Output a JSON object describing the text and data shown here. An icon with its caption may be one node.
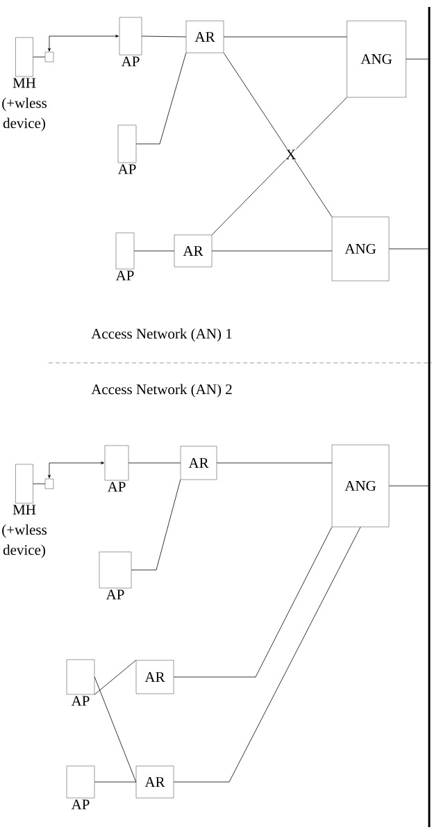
{
  "diagram": {
    "nodes": [
      {
        "text": [
          "MH (+wless device)"
        ]
      },
      {
        "text": [],
        "shape": "box"
      },
      {
        "text": [
          "AP"
        ]
      },
      {
        "text": [
          "AR"
        ]
      },
      {
        "text": [
          "ANG"
        ]
      },
      {
        "text": [
          "AP"
        ]
      },
      {
        "text": [
          "AP"
        ]
      },
      {
        "text": [
          "AR"
        ]
      },
      {
        "text": [
          "ANG"
        ]
      },
      {
        "text": [],
        "shape": "bar"
      },
      {
        "text": [
          "MH (+wless device)"
        ]
      },
      {
        "text": [],
        "shape": "box"
      },
      {
        "text": [
          "AP"
        ]
      },
      {
        "text": [
          "AR"
        ]
      },
      {
        "text": [
          "ANG"
        ]
      },
      {
        "text": [
          "AP"
        ]
      },
      {
        "text": [
          "AR"
        ]
      },
      {
        "text": [
          "AP"
        ]
      },
      {
        "text": [
          "AP"
        ]
      },
      {
        "text": [
          "AR"
        ]
      }
    ],
    "edges": [
      {
        "from": 0,
        "to": 1,
        "arrow": "none"
      },
      {
        "from": 1,
        "to": 2,
        "arrow": "both"
      },
      {
        "from": 2,
        "to": 3,
        "arrow": "none"
      },
      {
        "from": 3,
        "to": 4,
        "arrow": "none"
      },
      {
        "from": 5,
        "to": 3,
        "arrow": "none"
      },
      {
        "from": 3,
        "to": 8,
        "arrow": "none"
      },
      {
        "from": 4,
        "to": 7,
        "arrow": "none"
      },
      {
        "from": 6,
        "to": 7,
        "arrow": "none"
      },
      {
        "from": 7,
        "to": 8,
        "arrow": "none"
      },
      {
        "from": 4,
        "to": 9,
        "arrow": "none"
      },
      {
        "from": 8,
        "to": 9,
        "arrow": "none"
      },
      {
        "from": 10,
        "to": 11,
        "arrow": "none"
      },
      {
        "from": 11,
        "to": 12,
        "arrow": "both"
      },
      {
        "from": 12,
        "to": 13,
        "arrow": "none"
      },
      {
        "from": 13,
        "to": 14,
        "arrow": "none"
      },
      {
        "from": 15,
        "to": 13,
        "arrow": "none"
      },
      {
        "from": 16,
        "to": 14,
        "arrow": "none"
      },
      {
        "from": 19,
        "to": 14,
        "arrow": "none"
      },
      {
        "from": 17,
        "to": 16,
        "arrow": "none"
      },
      {
        "from": 17,
        "to": 19,
        "arrow": "none"
      },
      {
        "from": 18,
        "to": 19,
        "arrow": "none"
      },
      {
        "from": 14,
        "to": 9,
        "arrow": "none"
      }
    ],
    "labels": [
      "X",
      "Access Network (AN) 1",
      "Access Network (AN) 2"
    ]
  }
}
